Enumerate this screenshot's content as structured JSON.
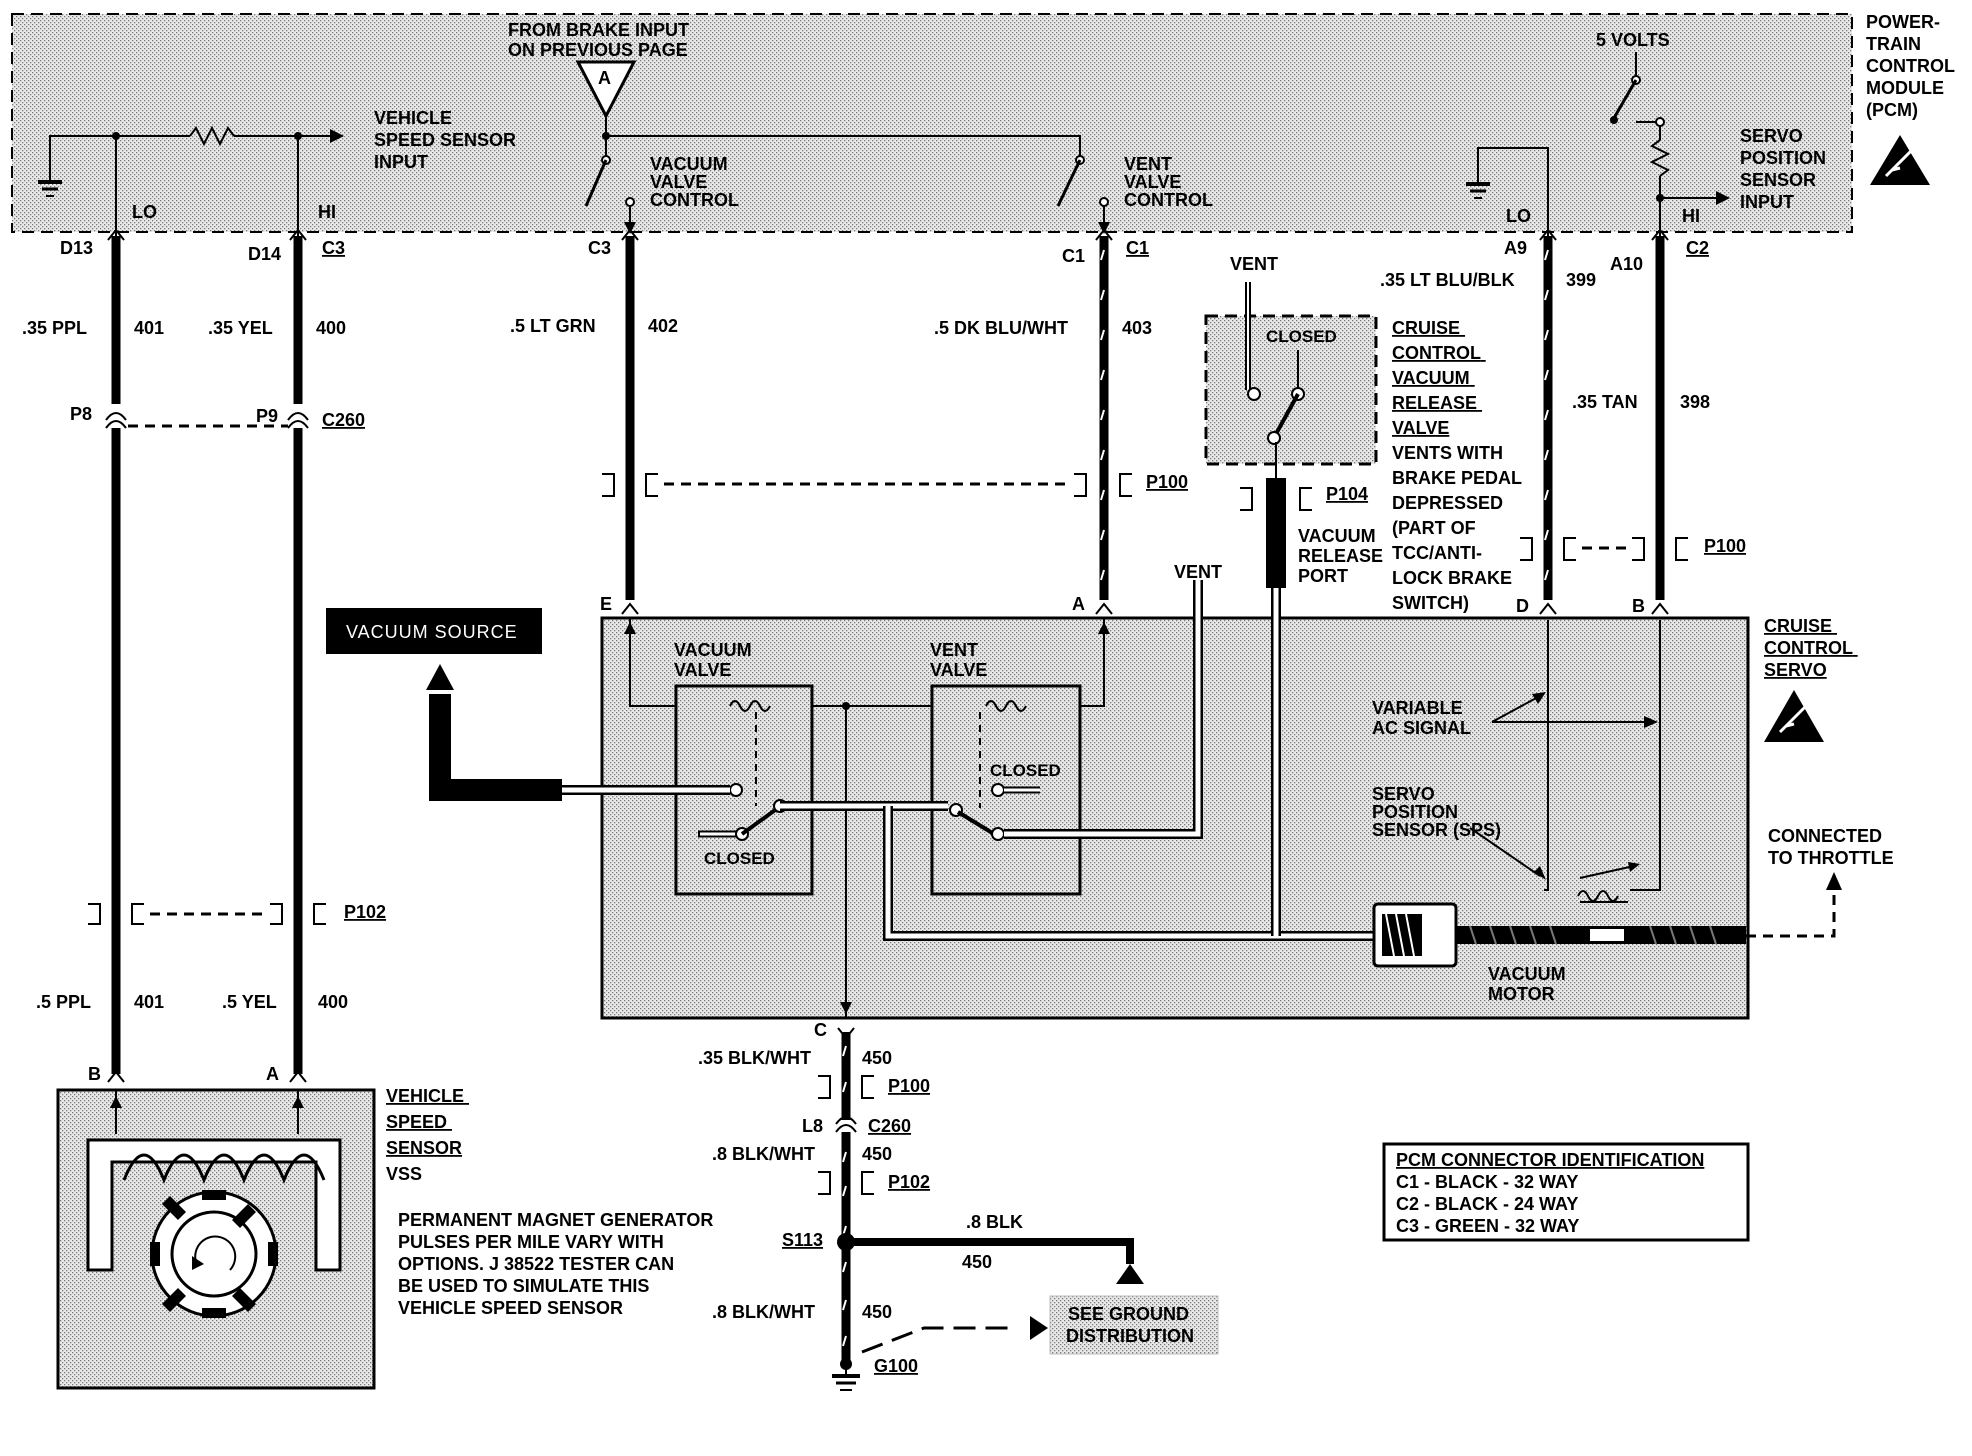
{
  "pcm": {
    "title_lines": [
      "POWER-",
      "TRAIN",
      "CONTROL",
      "MODULE",
      "(PCM)"
    ],
    "brake_input_lines": [
      "FROM BRAKE INPUT",
      "ON PREVIOUS PAGE"
    ],
    "brake_marker": "A",
    "vss_input_lines": [
      "VEHICLE",
      "SPEED SENSOR",
      "INPUT"
    ],
    "vacuum_control_lines": [
      "VACUUM",
      "VALVE",
      "CONTROL"
    ],
    "vent_control_lines": [
      "VENT",
      "VALVE",
      "CONTROL"
    ],
    "five_volts": "5 VOLTS",
    "sps_input_lines": [
      "SERVO",
      "POSITION",
      "SENSOR",
      "INPUT"
    ],
    "lo": "LO",
    "hi": "HI"
  },
  "terminals": {
    "d13": "D13",
    "d14": "D14",
    "c3_pin": "C3",
    "c1_pin": "C1",
    "a9": "A9",
    "a10": "A10",
    "conn_c3": "C3",
    "conn_c1": "C1",
    "conn_c2": "C2",
    "p8": "P8",
    "p9": "P9",
    "c260": "C260",
    "p100": "P100",
    "p102": "P102",
    "p104": "P104",
    "e": "E",
    "a": "A",
    "d": "D",
    "b": "B",
    "c": "C",
    "l8": "L8",
    "s113": "S113",
    "g100": "G100"
  },
  "wires": {
    "w401_color": ".35 PPL",
    "w401_num": "401",
    "w400_color": ".35 YEL",
    "w400_num": "400",
    "w402_color": ".5 LT GRN",
    "w402_num": "402",
    "w403_color": ".5 DK BLU/WHT",
    "w403_num": "403",
    "w399_color": ".35 LT BLU/BLK",
    "w399_num": "399",
    "w398_color": ".35 TAN",
    "w398_num": "398",
    "w401b_color": ".5 PPL",
    "w401b_num": "401",
    "w400b_color": ".5 YEL",
    "w400b_num": "400",
    "w450a_color": ".35 BLK/WHT",
    "w450a_num": "450",
    "w450b_color": ".8 BLK/WHT",
    "w450b_num": "450",
    "w450c_color": ".8 BLK",
    "w450c_num": "450",
    "w450d_color": ".8 BLK/WHT",
    "w450d_num": "450"
  },
  "release_valve": {
    "vent": "VENT",
    "closed": "CLOSED",
    "label_lines": [
      "CRUISE",
      "CONTROL",
      "VACUUM",
      "RELEASE",
      "VALVE"
    ],
    "desc_lines": [
      "VENTS WITH",
      "BRAKE PEDAL",
      "DEPRESSED",
      "(PART OF",
      "TCC/ANTI-",
      "LOCK BRAKE",
      "SWITCH)"
    ],
    "port_lines": [
      "VACUUM",
      "RELEASE",
      "PORT"
    ],
    "vent2": "VENT"
  },
  "servo": {
    "label_lines": [
      "CRUISE",
      "CONTROL",
      "SERVO"
    ],
    "vacuum_valve_lines": [
      "VACUUM",
      "VALVE"
    ],
    "vent_valve_lines": [
      "VENT",
      "VALVE"
    ],
    "closed_vacuum": "CLOSED",
    "closed_vent": "CLOSED",
    "variable_ac_lines": [
      "VARIABLE",
      "AC SIGNAL"
    ],
    "sps_lines": [
      "SERVO",
      "POSITION",
      "SENSOR (SPS)"
    ],
    "motor_lines": [
      "VACUUM",
      "MOTOR"
    ],
    "throttle_lines": [
      "CONNECTED",
      "TO THROTTLE"
    ]
  },
  "vacuum_source": "VACUUM SOURCE",
  "vss": {
    "label_lines": [
      "VEHICLE",
      "SPEED",
      "SENSOR"
    ],
    "abbrev": "VSS",
    "desc_lines": [
      "PERMANENT MAGNET GENERATOR",
      "PULSES PER MILE VARY WITH",
      "OPTIONS. J 38522 TESTER CAN",
      "BE USED TO SIMULATE THIS",
      "VEHICLE SPEED SENSOR"
    ]
  },
  "ground": {
    "see_lines": [
      "SEE GROUND",
      "DISTRIBUTION"
    ]
  },
  "pcm_connectors": {
    "title": "PCM CONNECTOR IDENTIFICATION",
    "rows": [
      "C1 - BLACK - 32 WAY",
      "C2 - BLACK - 24 WAY",
      "C3 - GREEN - 32 WAY"
    ]
  }
}
